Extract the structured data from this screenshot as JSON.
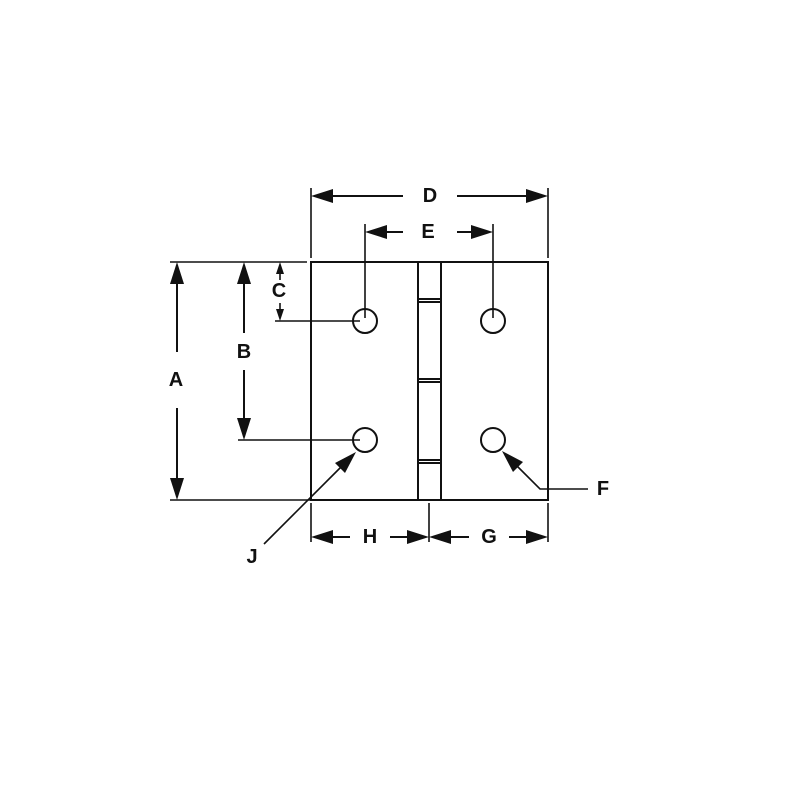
{
  "labels": {
    "a": "A",
    "b": "B",
    "c": "C",
    "d": "D",
    "e": "E",
    "f": "F",
    "g": "G",
    "h": "H",
    "j": "J"
  },
  "colors": {
    "line": "#111111",
    "background": "#ffffff"
  }
}
